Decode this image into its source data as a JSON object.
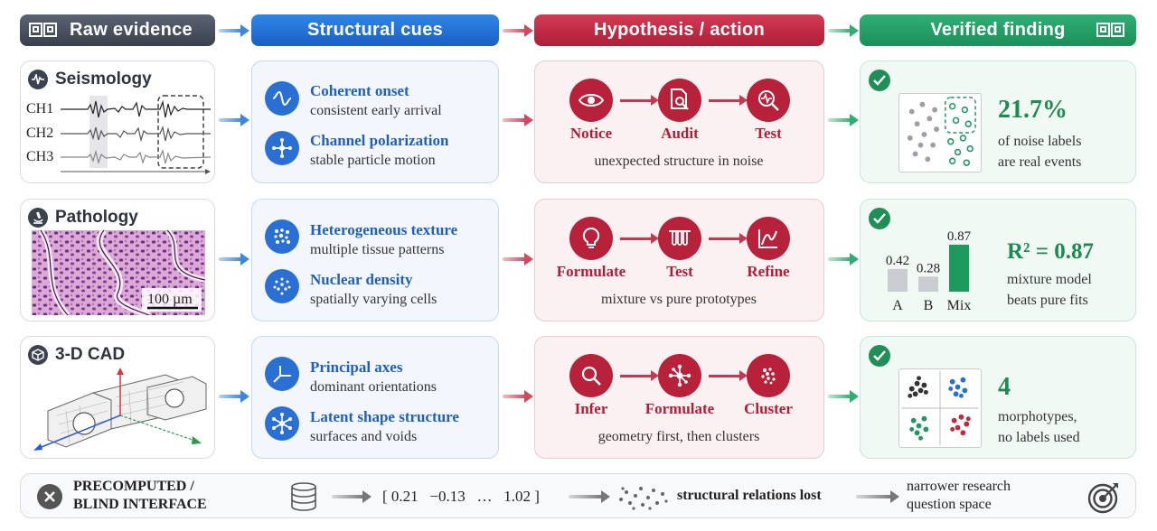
{
  "headers": {
    "raw": "Raw evidence",
    "cues": "Structural cues",
    "hypothesis": "Hypothesis / action",
    "verified": "Verified finding"
  },
  "rows": [
    {
      "raw": {
        "title": "Seismology",
        "icon": "waveform-icon",
        "channels": [
          "CH1",
          "CH2",
          "CH3"
        ]
      },
      "cues": [
        {
          "icon": "wave-icon",
          "title": "Coherent onset",
          "sub": "consistent early arrival"
        },
        {
          "icon": "crosshair-icon",
          "title": "Channel polarization",
          "sub": "stable particle motion"
        }
      ],
      "steps": [
        {
          "icon": "eye-icon",
          "label": "Notice"
        },
        {
          "icon": "document-search-icon",
          "label": "Audit"
        },
        {
          "icon": "magnifier-pulse-icon",
          "label": "Test"
        }
      ],
      "hyp_sub": "unexpected structure in noise",
      "verified": {
        "value": "21.7%",
        "lines": [
          "of noise labels",
          "are real events"
        ]
      }
    },
    {
      "raw": {
        "title": "Pathology",
        "icon": "microscope-icon",
        "scale": "100 µm"
      },
      "cues": [
        {
          "icon": "texture-icon",
          "title": "Heterogeneous texture",
          "sub": "multiple tissue patterns"
        },
        {
          "icon": "dots-icon",
          "title": "Nuclear density",
          "sub": "spatially varying cells"
        }
      ],
      "steps": [
        {
          "icon": "lightbulb-icon",
          "label": "Formulate"
        },
        {
          "icon": "test-tubes-icon",
          "label": "Test"
        },
        {
          "icon": "curve-chart-icon",
          "label": "Refine"
        }
      ],
      "hyp_sub": "mixture vs pure prototypes",
      "verified": {
        "value": "R² = 0.87",
        "lines": [
          "mixture model",
          "beats pure fits"
        ]
      }
    },
    {
      "raw": {
        "title": "3-D CAD",
        "icon": "cube-icon"
      },
      "cues": [
        {
          "icon": "axes-icon",
          "title": "Principal axes",
          "sub": "dominant orientations"
        },
        {
          "icon": "network-icon",
          "title": "Latent shape structure",
          "sub": "surfaces and voids"
        }
      ],
      "steps": [
        {
          "icon": "search-icon",
          "label": "Infer"
        },
        {
          "icon": "molecule-icon",
          "label": "Formulate"
        },
        {
          "icon": "cluster-icon",
          "label": "Cluster"
        }
      ],
      "hyp_sub": "geometry first, then clusters",
      "verified": {
        "value": "4",
        "lines": [
          "morphotypes,",
          "no labels used"
        ]
      }
    }
  ],
  "bar_chart": {
    "categories": [
      "A",
      "B",
      "Mix"
    ],
    "values": [
      0.42,
      0.28,
      0.87
    ],
    "labels": [
      "0.42",
      "0.28",
      "0.87"
    ],
    "colors": [
      "#c9cdd2",
      "#c9cdd2",
      "#1f9a5e"
    ]
  },
  "bottom": {
    "title_line1": "PRECOMPUTED /",
    "title_line2": "BLIND INTERFACE",
    "vector": "[ 0.21   −0.13   …   1.02 ]",
    "lost": "structural relations lost",
    "result_line1": "narrower research",
    "result_line2": "question space"
  },
  "colors": {
    "gray": "#3a404b",
    "blue": "#1f5fbf",
    "red": "#b01e38",
    "green": "#1d8a52"
  }
}
